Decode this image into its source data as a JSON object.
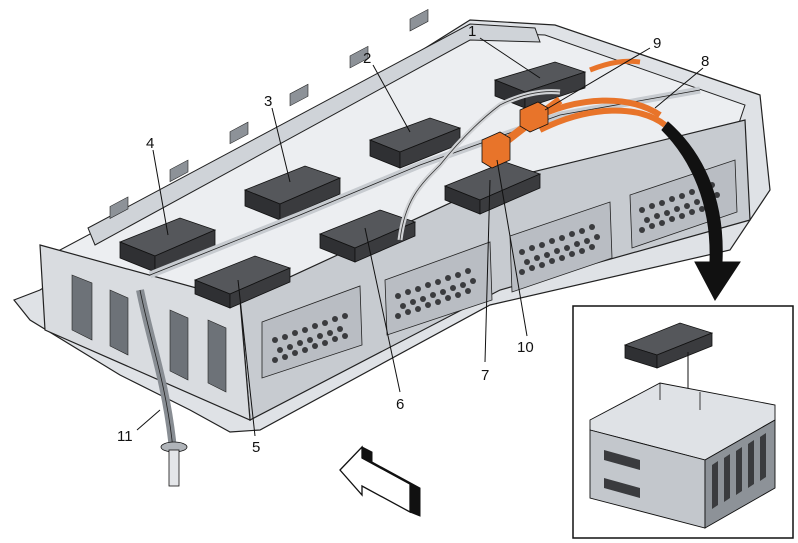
{
  "callouts": [
    {
      "id": "1",
      "label": "1"
    },
    {
      "id": "2",
      "label": "2"
    },
    {
      "id": "3",
      "label": "3"
    },
    {
      "id": "4",
      "label": "4"
    },
    {
      "id": "5",
      "label": "5"
    },
    {
      "id": "6",
      "label": "6"
    },
    {
      "id": "7",
      "label": "7"
    },
    {
      "id": "8",
      "label": "8"
    },
    {
      "id": "9",
      "label": "9"
    },
    {
      "id": "10",
      "label": "10"
    },
    {
      "id": "11",
      "label": "11"
    }
  ],
  "colors": {
    "line": "#111111",
    "metal_light": "#e4e6e9",
    "metal_mid": "#c3c7cc",
    "metal_dark": "#8d9298",
    "module": "#3a3b3e",
    "module_top": "#55575b",
    "cable_orange": "#e8742a",
    "cable_gray": "#d0d2d5",
    "arrow_black": "#111111"
  },
  "icons": {
    "direction_arrow": "front-direction-arrow-icon",
    "detail_arrow": "detail-pointer-arrow-icon"
  }
}
